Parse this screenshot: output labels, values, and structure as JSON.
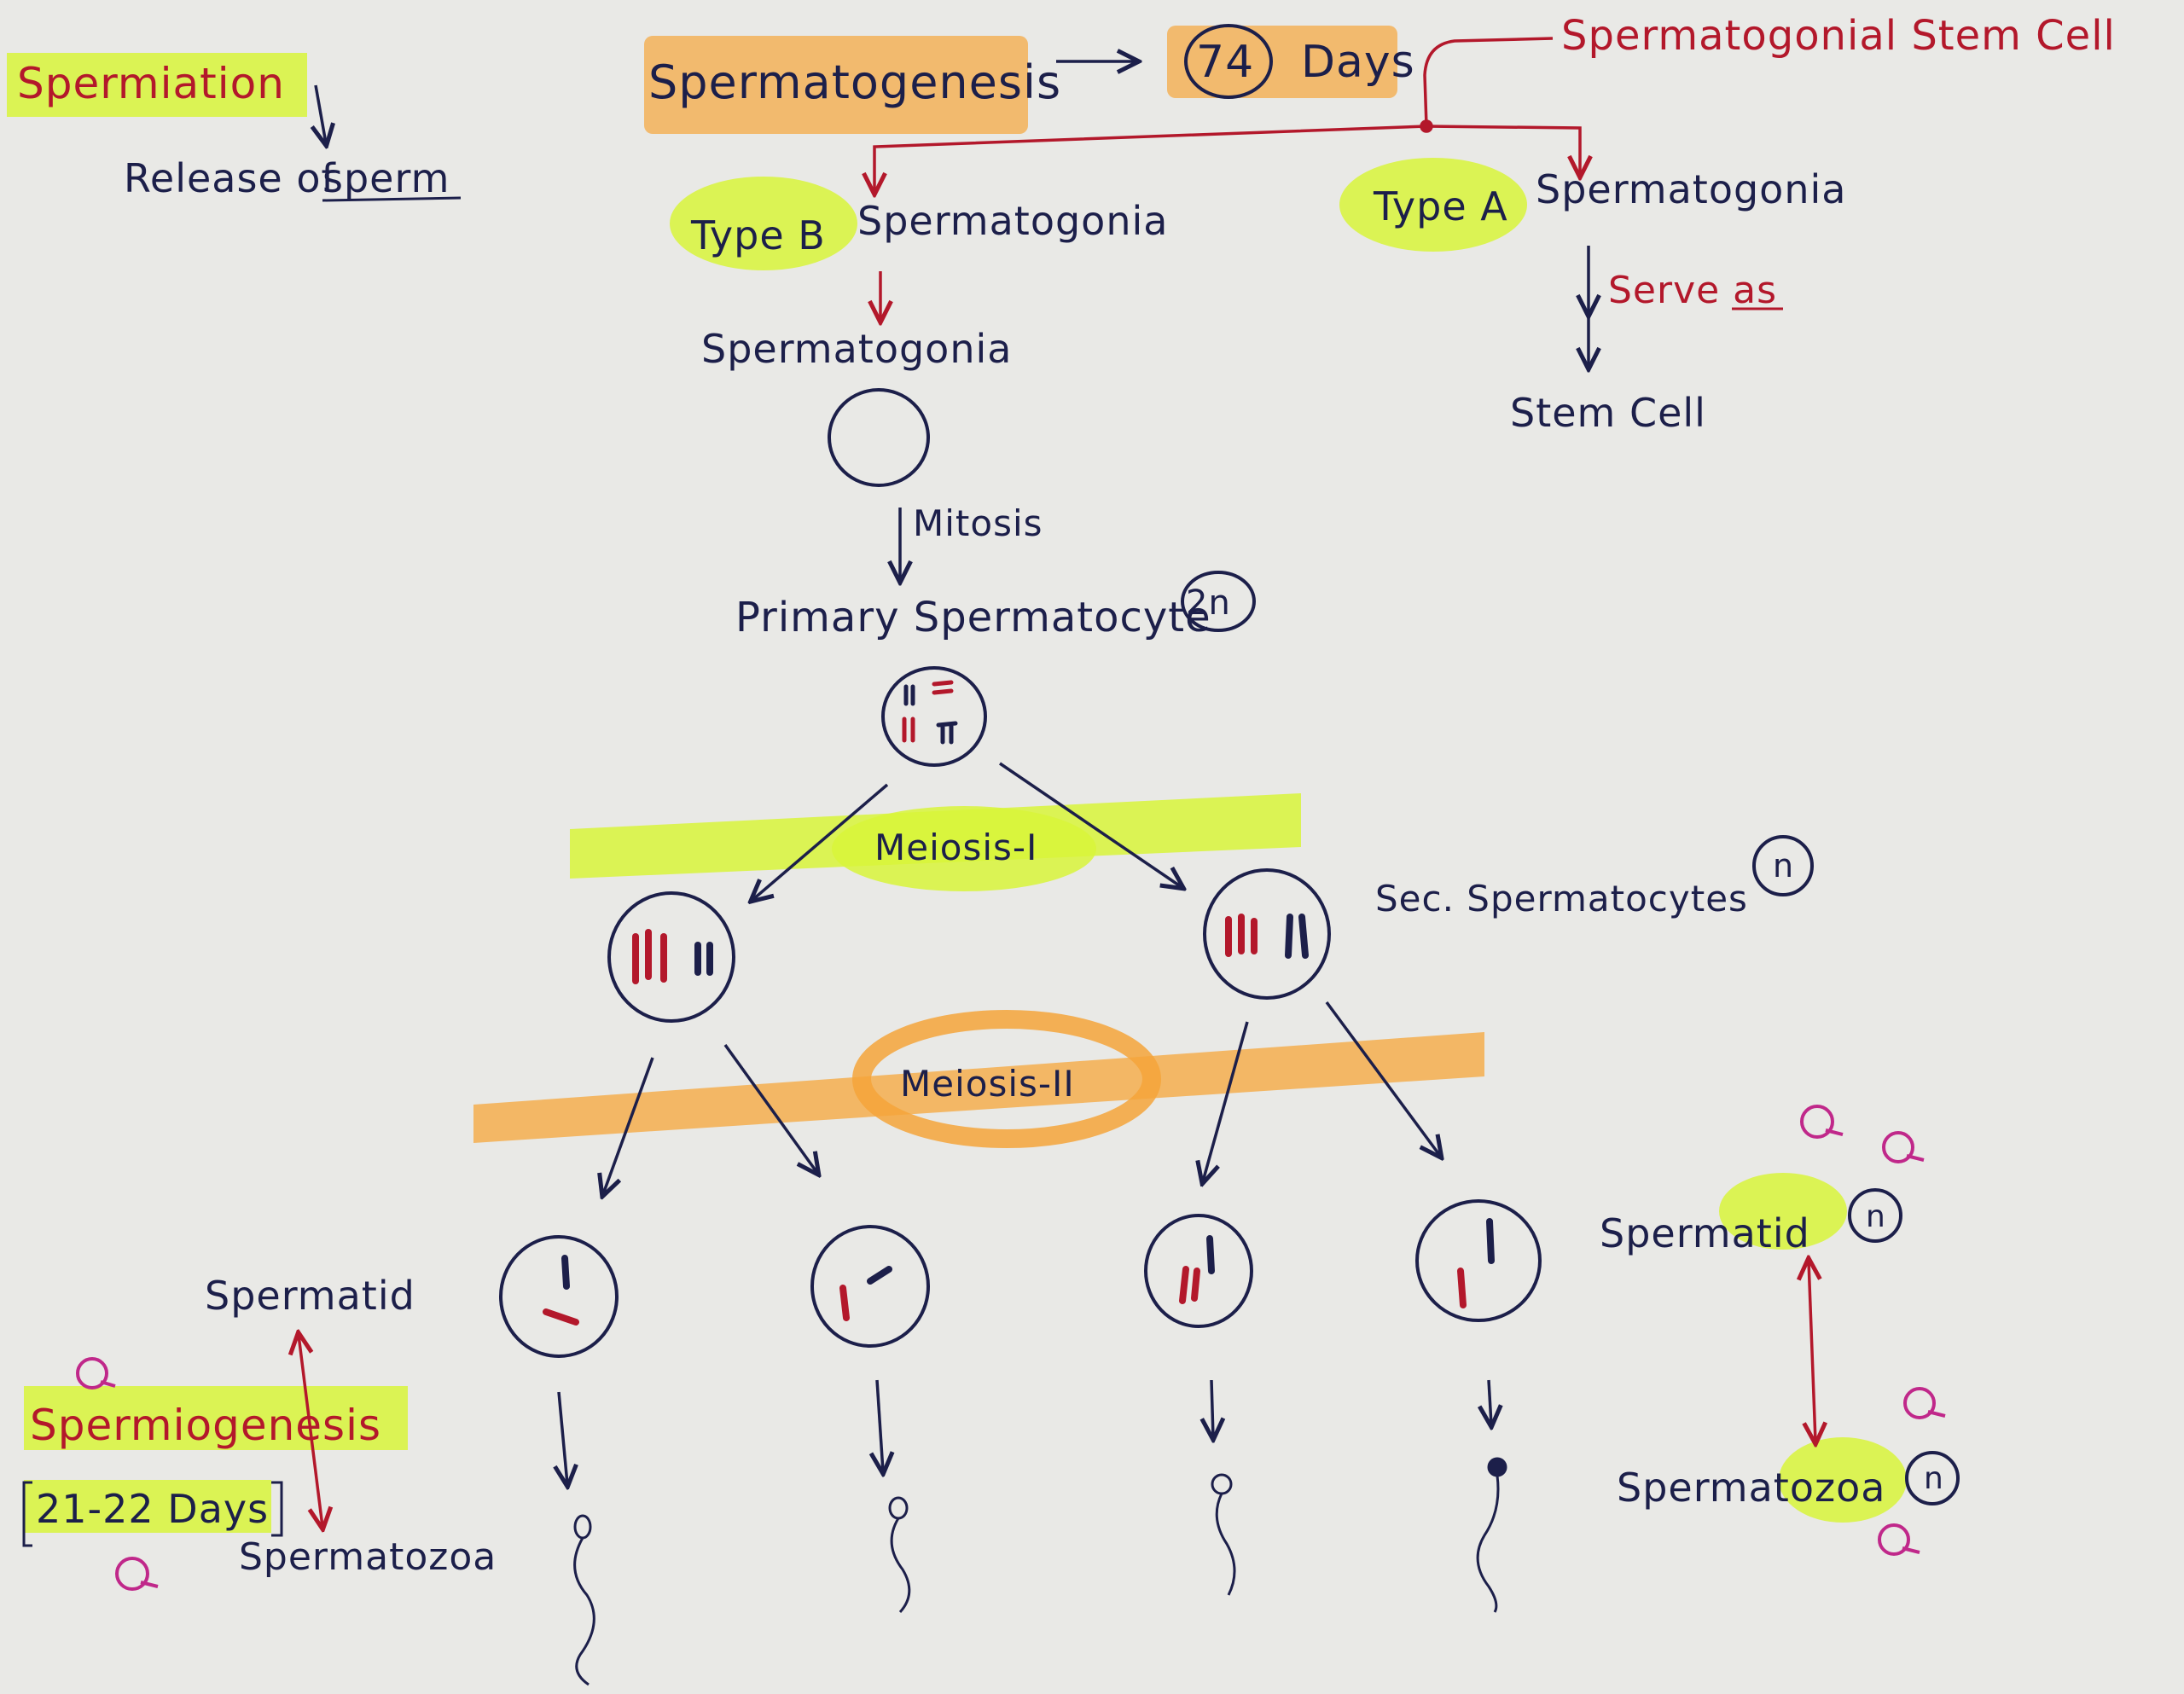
{
  "colors": {
    "paper": "#e9e9e6",
    "ink_blue": "#1c1f4a",
    "ink_red": "#b3182b",
    "ink_magenta": "#c0288a",
    "highlight_yellow": "#d8f43a",
    "highlight_orange": "#f5a53a"
  },
  "labels": {
    "spermiation": "Spermiation",
    "release_of": "Release of",
    "sperm": "sperm",
    "spermatogenesis": "Spermatogenesis",
    "days_number": "74",
    "days": "Days",
    "stem_cell_header": "Spermatogonial Stem Cell",
    "type_b": "Type B",
    "type_b_spermatogonia": "Spermatogonia",
    "type_a": "Type A",
    "type_a_spermatogonia": "Spermatogonia",
    "serve_as": "Serve as",
    "stem_cell": "Stem Cell",
    "spermatogonia": "Spermatogonia",
    "mitosis": "Mitosis",
    "primary_spermatocyte": "Primary Spermatocyte",
    "ploidy_2n": "2n",
    "meiosis_1": "Meiosis-I",
    "sec_spermatocytes": "Sec. Spermatocytes",
    "ploidy_n_sec": "n",
    "meiosis_2": "Meiosis-II",
    "spermatid_left": "Spermatid",
    "spermiogenesis": "Spermiogenesis",
    "spermiogenesis_days": "21-22 Days",
    "spermatozoa_left": "Spermatozoa",
    "spermatid_right": "Spermatid",
    "ploidy_n_spermatid": "n",
    "spermatozoa_right": "Spermatozoa",
    "ploidy_n_spermatozoa": "n"
  },
  "icons": {
    "chromosome": "chromosome-icon",
    "sperm": "sperm-icon",
    "question": "question-doodle-icon"
  }
}
